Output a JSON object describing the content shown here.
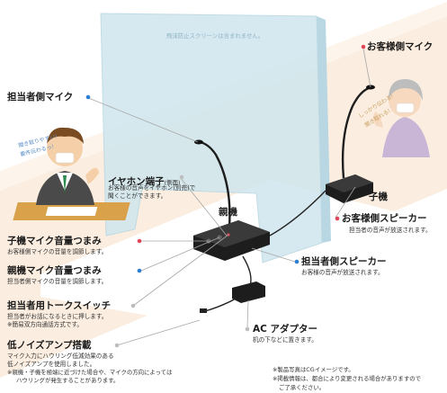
{
  "screen_text": "飛沫防止スクリーンは含まれません。",
  "labels": {
    "customer_mic": "お客様側マイク",
    "staff_mic": "担当者側マイク",
    "earphone_title": "イヤホン端子",
    "earphone_suffix": "(側面)",
    "earphone_desc_1": "お客様の音声をイヤホン(別売)で",
    "earphone_desc_2": "聞くことができます。",
    "main_unit": "親機",
    "sub_unit": "子機",
    "customer_speaker_title": "お客様側スピーカー",
    "customer_speaker_desc": "担当者の音声が放送されます。",
    "sub_vol_title": "子機マイク音量つまみ",
    "sub_vol_desc": "お客様側マイクの音量を調節します。",
    "main_vol_title": "親機マイク音量つまみ",
    "main_vol_desc": "担当者側マイクの音量を調節します。",
    "staff_speaker_title": "担当者側スピーカー",
    "staff_speaker_desc": "お客様の音声が放送されます。",
    "talk_switch_title": "担当者用トークスイッチ",
    "talk_switch_desc_1": "担当者がお話になるときに押します。",
    "talk_switch_desc_2": "※簡易双方向通話方式です。",
    "ac_title": "AC アダプター",
    "ac_desc": "机の下などに置きます。",
    "noise_title": "低ノイズアンプ搭載",
    "noise_desc_1": "マイク入力にハウリング低減効果のある",
    "noise_desc_2": "低ノイズアンプを使用しました。",
    "noise_desc_3": "※親機・子機を極端に近づけた場合や、マイクの方向によっては",
    "noise_desc_4": "ハウリングが発生することがあります。",
    "note_1": "※製品写真はCGイメージです。",
    "note_2": "※掲載情報は、都合により変更される場合がありますので",
    "note_3": "ご了承ください。"
  },
  "handwriting": {
    "staff_1": "聞き取りやすい!",
    "staff_2": "要件伝わるっ!",
    "customer_1": "しっかり伝わる!",
    "customer_2": "聞き取れる!"
  },
  "colors": {
    "dot_blue": "#2a7fd4",
    "dot_red": "#e0465a",
    "leader_gray": "#a8a8a8",
    "device": "#222222",
    "screen": "#cfe6ee",
    "wall": "#fbeee0"
  }
}
